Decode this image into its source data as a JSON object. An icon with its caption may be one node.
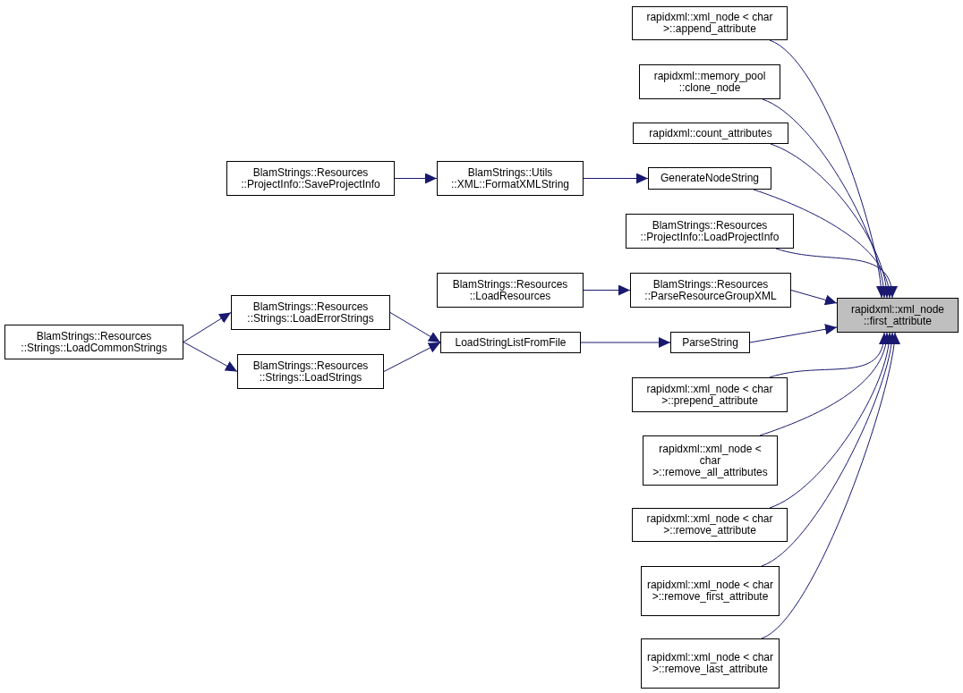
{
  "diagram": {
    "nodes": [
      {
        "text": [
          "rapidxml::xml_node ::first_attribute"
        ]
      },
      {
        "text": [
          "rapidxml::xml_node < char >::append_attribute"
        ]
      },
      {
        "text": [
          "rapidxml::memory_pool ::clone_node"
        ]
      },
      {
        "text": [
          "rapidxml::count_attributes"
        ]
      },
      {
        "text": [
          "GenerateNodeString"
        ]
      },
      {
        "text": [
          "BlamStrings::Resources ::ProjectInfo::LoadProjectInfo"
        ]
      },
      {
        "text": [
          "BlamStrings::Resources ::ParseResourceGroupXML"
        ]
      },
      {
        "text": [
          "ParseString"
        ]
      },
      {
        "text": [
          "rapidxml::xml_node < char >::prepend_attribute"
        ]
      },
      {
        "text": [
          "rapidxml::xml_node < char >::remove_all_attributes"
        ]
      },
      {
        "text": [
          "rapidxml::xml_node < char >::remove_attribute"
        ]
      },
      {
        "text": [
          "rapidxml::xml_node < char >::remove_first_attribute"
        ]
      },
      {
        "text": [
          "rapidxml::xml_node < char >::remove_last_attribute"
        ]
      },
      {
        "text": [
          "BlamStrings::Utils ::XML::FormatXMLString"
        ]
      },
      {
        "text": [
          "BlamStrings::Resources ::ProjectInfo::SaveProjectInfo"
        ]
      },
      {
        "text": [
          "BlamStrings::Resources ::LoadResources"
        ]
      },
      {
        "text": [
          "LoadStringListFromFile"
        ]
      },
      {
        "text": [
          "BlamStrings::Resources ::Strings::LoadErrorStrings"
        ]
      },
      {
        "text": [
          "BlamStrings::Resources ::Strings::LoadStrings"
        ]
      },
      {
        "text": [
          "BlamStrings::Resources ::Strings::LoadCommonStrings"
        ]
      }
    ],
    "edges": [
      {
        "from": 1,
        "to": 0,
        "arrow": "to"
      },
      {
        "from": 2,
        "to": 0,
        "arrow": "to"
      },
      {
        "from": 3,
        "to": 0,
        "arrow": "to"
      },
      {
        "from": 4,
        "to": 0,
        "arrow": "to"
      },
      {
        "from": 5,
        "to": 0,
        "arrow": "to"
      },
      {
        "from": 6,
        "to": 0,
        "arrow": "to"
      },
      {
        "from": 7,
        "to": 0,
        "arrow": "to"
      },
      {
        "from": 8,
        "to": 0,
        "arrow": "to"
      },
      {
        "from": 9,
        "to": 0,
        "arrow": "to"
      },
      {
        "from": 10,
        "to": 0,
        "arrow": "to"
      },
      {
        "from": 11,
        "to": 0,
        "arrow": "to"
      },
      {
        "from": 12,
        "to": 0,
        "arrow": "to"
      },
      {
        "from": 13,
        "to": 4,
        "arrow": "to"
      },
      {
        "from": 14,
        "to": 13,
        "arrow": "to"
      },
      {
        "from": 15,
        "to": 6,
        "arrow": "to"
      },
      {
        "from": 16,
        "to": 7,
        "arrow": "to"
      },
      {
        "from": 17,
        "to": 16,
        "arrow": "to"
      },
      {
        "from": 18,
        "to": 16,
        "arrow": "to"
      },
      {
        "from": 19,
        "to": 17,
        "arrow": "to"
      },
      {
        "from": 19,
        "to": 18,
        "arrow": "to"
      }
    ]
  }
}
